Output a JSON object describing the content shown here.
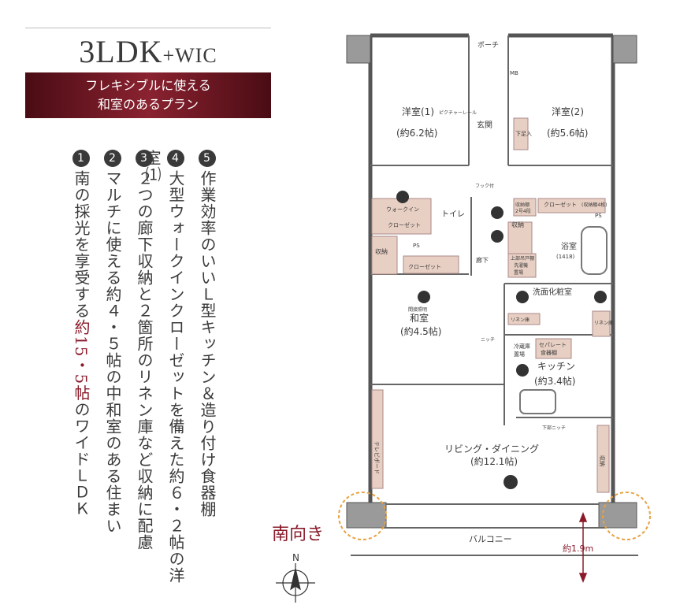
{
  "header": {
    "title_main": "3LDK",
    "title_suffix": "+WIC",
    "banner_line1": "フレキシブルに使える",
    "banner_line2": "和室のあるプラン"
  },
  "features": [
    {
      "num": "1",
      "text_a": "南の採光を享受する",
      "text_red": "約15・5帖",
      "text_b": "のワイドＬＤＫ"
    },
    {
      "num": "2",
      "text_a": "マルチに使える約４・５帖の中和室のある住まい",
      "text_red": "",
      "text_b": ""
    },
    {
      "num": "3",
      "text_a": "２つの廊下収納と２箇所のリネン庫など収納に配慮",
      "text_red": "",
      "text_b": ""
    },
    {
      "num": "4",
      "text_a": "大型ウォークインクローゼットを備えた約６・２帖の洋室⑴",
      "text_red": "",
      "text_b": ""
    },
    {
      "num": "5",
      "text_a": "作業効率のいいＬ型キッチン＆造り付け食器棚",
      "text_red": "",
      "text_b": ""
    }
  ],
  "orientation": "南向き",
  "compass_n": "N",
  "rooms": {
    "porch": "ポーチ",
    "mb": "MB",
    "western1": "洋室(1)",
    "western1_size": "(約6.2帖)",
    "picture_rail": "ピクチャーレール",
    "entrance": "玄関",
    "shoe": "下足入",
    "western2": "洋室(2)",
    "western2_size": "(約5.6帖)",
    "hook": "フック付",
    "wic": "ウォークイン",
    "wic2": "クローゼット",
    "toilet": "トイレ",
    "shelf": "収納棚",
    "shelf_sub": "2号4段",
    "closet": "クローゼット",
    "storage4": "(収納棚4枚)",
    "ps": "PS",
    "storage": "収納",
    "bath": "浴室",
    "bath_size": "(1418)",
    "corridor": "廊下",
    "upper_storage": "上部吊戸棚",
    "washer": "洗濯機",
    "washer_place": "置場",
    "washroom": "洗面化粧室",
    "lighting": "間接照明",
    "japanese": "和室",
    "japanese_size": "(約4.5帖)",
    "linen": "リネン庫",
    "niche": "ニッチ",
    "fridge": "冷蔵庫",
    "fridge_place": "置場",
    "separate": "セパレート",
    "dish": "食器棚",
    "kitchen": "キッチン",
    "kitchen_size": "(約3.4帖)",
    "lower_niche": "下部ニッチ",
    "tv_board": "テレビボード",
    "living": "リビング・ダイニング",
    "living_size": "(約12.1帖)",
    "storage_ld": "収納",
    "balcony": "バルコニー",
    "depth": "約1.9m"
  },
  "colors": {
    "accent": "#8a1a2a",
    "storage_fill": "#e8cfc3",
    "wall": "#555555",
    "orange": "#e8a040"
  }
}
